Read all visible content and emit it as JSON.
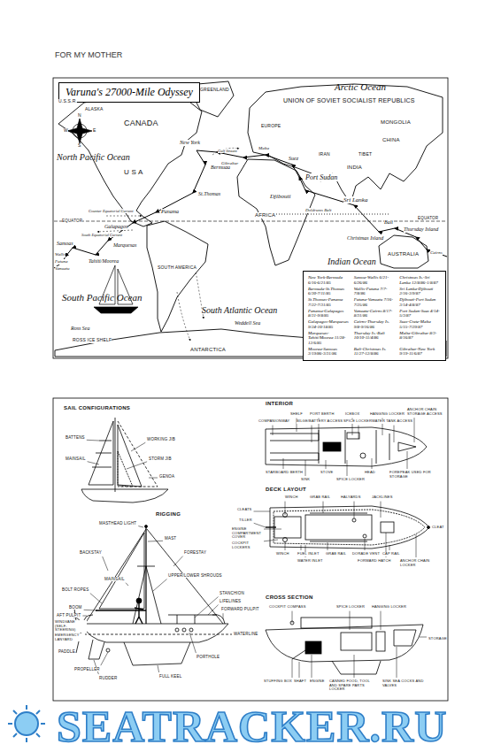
{
  "diagram": {
    "nodes": [
      {
        "text": [
          "Varuna's 27000-Mile Odyssey"
        ]
      },
      {
        "text": [
          "New York-Bermuda 6/16-6/21/85",
          "Bermuda-St.Thomas 6/30-7/11/85",
          "St.Thomas-Panama 7/22-7/31/85",
          "Panama-Galapagos 8/31-9/8/85",
          "Galapagos-Marquesas 9/24-10/18/85",
          "Marquesas-Tahiti/Moorea 11/28-12/6/85",
          "Moorea-Samoas 3/19/86-3/31/86",
          "Samoa-Wallis 6/21-6/26/86",
          "Wallis-Futuna 7/7-7/8/86",
          "Futuna-Vanuatu 7/16-7/25/86",
          "Vanuatu-Cairns 8/17-8/31/86",
          "Cairns-Thursday Is. 9/8-9/16/86",
          "Thursday Is.-Bali 10/10-11/4/86",
          "Bali-Christmas Is. 11/27-12/8/86",
          "Christmas Is.-Sri Lanka 12/8/86-1/8/87",
          "Sri Lanka-Djibouti 2/16-3/9/87",
          "Djibouti-Port Sudan 3/14-4/8/87",
          "Port Sudan-Suez 4/14-5/3/87",
          "Suez-Crete-Malta 5/15-7/29/87",
          "Malta-Gibraltar 8/3-8/16/87",
          "Gibraltar-New York 9/19-11/6/87"
        ]
      }
    ],
    "labels": [
      "FOR MY MOTHER",
      "Arctic Ocean",
      "GREENLAND",
      "U.S.S.R.",
      "ALASKA",
      "CANADA",
      "N",
      "S",
      "W",
      "E",
      "North Pacific Ocean",
      "U S A",
      "New York",
      "Gulf Stream",
      "Bermuda",
      "St.Thomas",
      "Panama",
      "Counter Equatorial Current",
      "EQUATOR",
      "Galapagos",
      "South Equatorial Current",
      "Samoas",
      "Marquesas",
      "Wallis",
      "Futuna",
      "Vanuatu",
      "Tahiti/Moorea",
      "SOUTH AMERICA",
      "South Pacific Ocean",
      "South Atlantic Ocean",
      "EUROPE",
      "UNION OF SOVIET SOCIALIST REPUBLICS",
      "MONGOLIA",
      "CHINA",
      "TIBET",
      "IRAN",
      "INDIA",
      "Gibraltar",
      "Malta",
      "Suez",
      "Port Sudan",
      "AFRICA",
      "Djibouti",
      "Sri Lanka",
      "Doldrums Belt",
      "EQUATOR",
      "Christmas Island",
      "Bali",
      "Thursday Island",
      "Cairns",
      "AUSTRALIA",
      "Indian Ocean",
      "Ross Sea",
      "ROSS ICE SHELF",
      "Weddell Sea",
      "ANTARCTICA",
      "SAIL CONFIGURATIONS",
      "BATTENS",
      "MAINSAIL",
      "WORKING JIB",
      "STORM JIB",
      "GENOA",
      "RIGGING",
      "MASTHEAD LIGHT",
      "MAST",
      "FORESTAY",
      "BACKSTAY",
      "MAINSAIL",
      "BOLT ROPES",
      "BOOM",
      "UPPER/LOWER SHROUDS",
      "STANCHION",
      "LIFELINES",
      "FORWARD PULPIT",
      "AFT PULPIT",
      "WINDVANE (SELF-STEERING)",
      "EMERGENCY LANYARD",
      "PADDLE",
      "PROPELLER",
      "RUDDER",
      "FULL KEEL",
      "PORTHOLE",
      "WATERLINE",
      "INTERIOR",
      "SHELF",
      "PORT BERTH",
      "ICEBOX",
      "HANGING LOCKER",
      "ANCHOR CHAIN STORAGE ACCESS",
      "COMPANIONWAY",
      "BILGE/BATTERY ACCESS",
      "SPICE LOCKER",
      "WATER TANK ACCESS",
      "STARBOARD BERTH",
      "SINK",
      "STOVE",
      "SPICE LOCKER",
      "HEAD",
      "FOREPEAK USED FOR STORAGE",
      "DECK LAYOUT",
      "WINCH",
      "GRAB RAIL",
      "HALYARDS",
      "JACKLINES",
      "CLEATS",
      "TILLER",
      "ENGINE COMPARTMENT COVER",
      "COCKPIT LOCKERS",
      "CLEAT",
      "WINCH",
      "FUEL INLET",
      "GRAB RAIL",
      "DORADE VENT",
      "CAP RAIL",
      "ANCHOR CHAIN LOCKER",
      "FORWARD HATCH",
      "WATER INLET",
      "CROSS SECTION",
      "COCKPIT COMPASS",
      "SPICE LOCKER",
      "HANGING LOCKER",
      "STORAGE",
      "STUFFING BOX",
      "SHAFT",
      "ENGINE",
      "CANNED FOOD, TOOL AND SPARE PARTS LOCKER",
      "SINK SEA COCKS AND VALVES",
      "SEATRACKER.RU"
    ]
  }
}
